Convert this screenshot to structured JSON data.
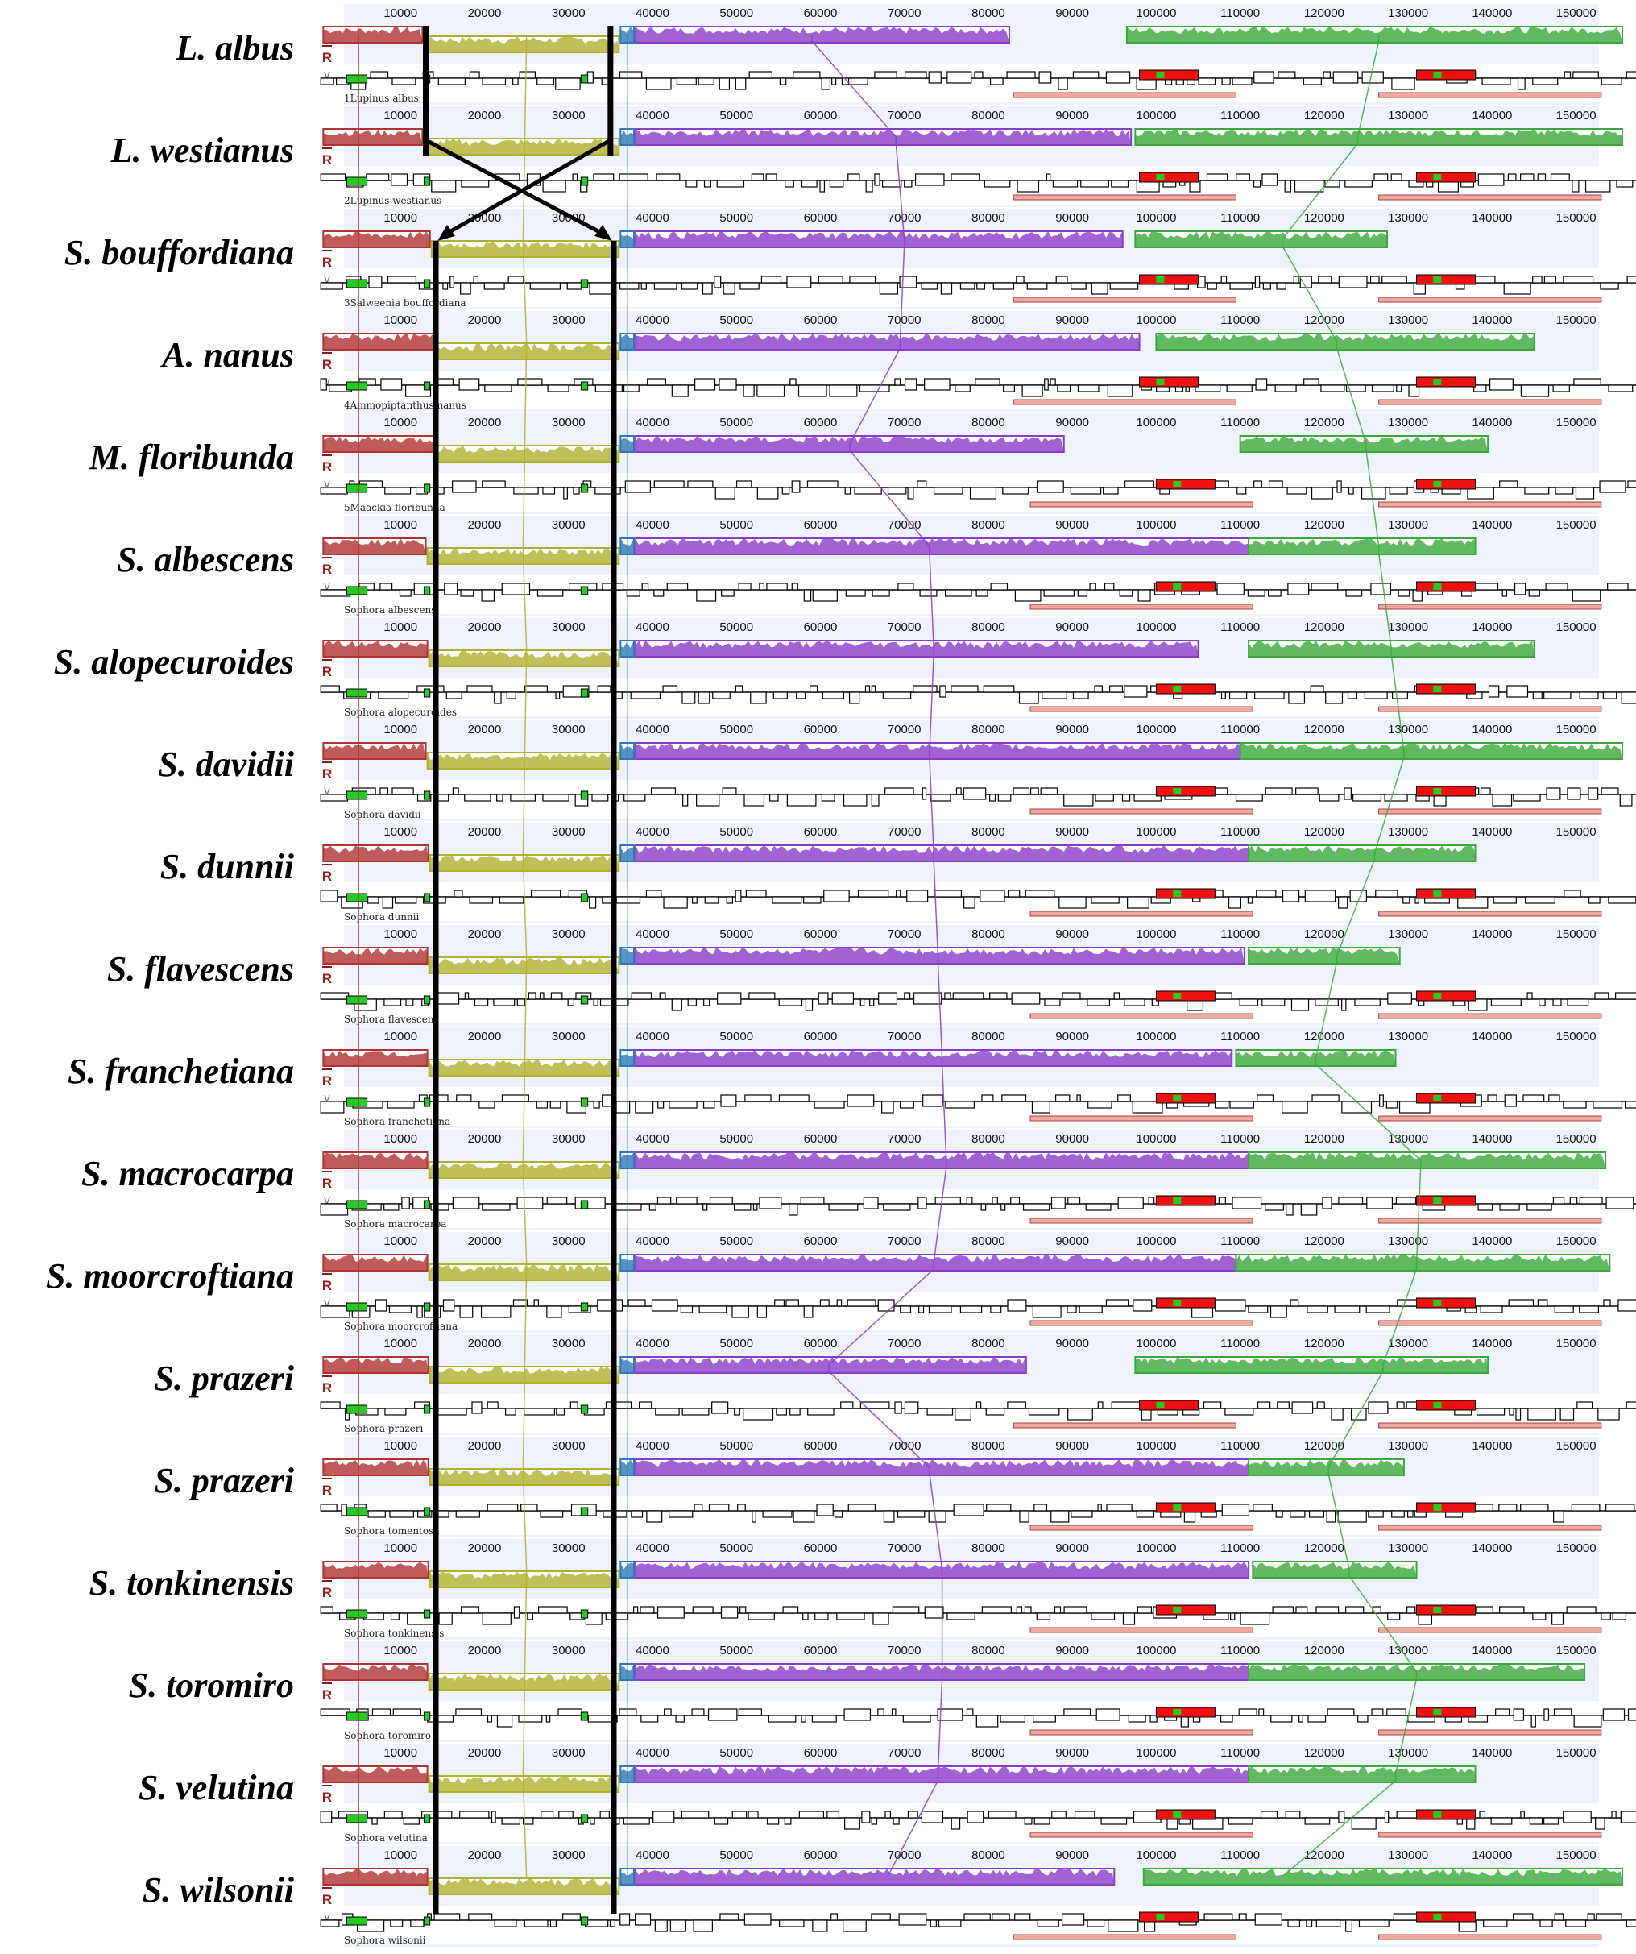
{
  "figure": {
    "x_range": [
      0,
      158000
    ],
    "tick_labels": [
      "10000",
      "20000",
      "30000",
      "40000",
      "50000",
      "60000",
      "70000",
      "80000",
      "90000",
      "100000",
      "110000",
      "120000",
      "130000",
      "140000",
      "150000"
    ],
    "block_colors": {
      "block1": "#b03232",
      "block2": "#b0b030",
      "block3": "#2f78b8",
      "block4": "#8a3cc8",
      "block5": "#3aa83a"
    },
    "gene_colors": {
      "rrna_red": "#ee1111",
      "trna_green": "#22cc22",
      "ir_bar": "#f0a8a0"
    },
    "control_glyphs": {
      "up": "^",
      "reverse": "R",
      "down": "v"
    }
  },
  "tracks": [
    {
      "label": "L. albus",
      "footer": "1Lupinus albus"
    },
    {
      "label": "L. westianus",
      "footer": "2Lupinus westianus"
    },
    {
      "label": "S. bouffordiana",
      "footer": "3Salweenia bouffordiana"
    },
    {
      "label": "A. nanus",
      "footer": "4Ammopiptanthus nanus"
    },
    {
      "label": "M. floribunda",
      "footer": "5Maackia floribunda"
    },
    {
      "label": "S. albescens",
      "footer": "Sophora albescens"
    },
    {
      "label": "S. alopecuroides",
      "footer": "Sophora alopecuroides"
    },
    {
      "label": "S. davidii",
      "footer": "Sophora davidii"
    },
    {
      "label": "S. dunnii",
      "footer": "Sophora dunnii"
    },
    {
      "label": "S. flavescens",
      "footer": "Sophora flavescens"
    },
    {
      "label": "S. franchetiana",
      "footer": "Sophora franchetiana"
    },
    {
      "label": "S. macrocarpa",
      "footer": "Sophora macrocarpa"
    },
    {
      "label": "S. moorcroftiana",
      "footer": "Sophora moorcroftiana"
    },
    {
      "label": "S. prazeri",
      "footer": "Sophora prazeri"
    },
    {
      "label": "S. prazeri",
      "footer": "Sophora tomentosa"
    },
    {
      "label": "S. tonkinensis",
      "footer": "Sophora tonkinensis"
    },
    {
      "label": "S. toromiro",
      "footer": "Sophora toromiro"
    },
    {
      "label": "S. velutina",
      "footer": "Sophora velutina"
    },
    {
      "label": "S. wilsonii",
      "footer": "Sophora wilsonii"
    }
  ]
}
